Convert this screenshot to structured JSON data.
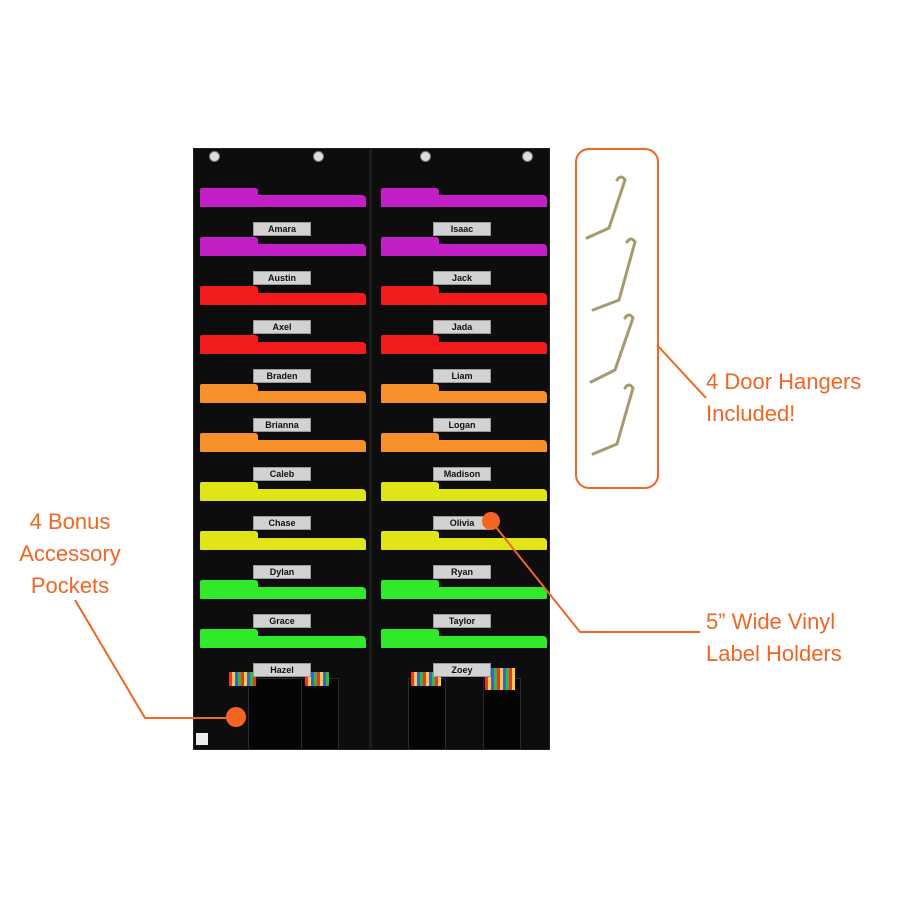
{
  "colors": {
    "accent": "#f26522",
    "magenta": "#c21fc6",
    "red": "#f21c1c",
    "orange": "#f7902a",
    "yellow": "#e0e418",
    "green": "#31e82a"
  },
  "rows": [
    {
      "color": "magenta",
      "left": "Amara",
      "right": "Isaac"
    },
    {
      "color": "magenta",
      "left": "Austin",
      "right": "Jack"
    },
    {
      "color": "red",
      "left": "Axel",
      "right": "Jada"
    },
    {
      "color": "red",
      "left": "Braden",
      "right": "Liam"
    },
    {
      "color": "orange",
      "left": "Brianna",
      "right": "Logan"
    },
    {
      "color": "orange",
      "left": "Caleb",
      "right": "Madison"
    },
    {
      "color": "yellow",
      "left": "Chase",
      "right": "Olivia"
    },
    {
      "color": "yellow",
      "left": "Dylan",
      "right": "Ryan"
    },
    {
      "color": "green",
      "left": "Grace",
      "right": "Taylor"
    },
    {
      "color": "green",
      "left": "Hazel",
      "right": "Zoey"
    }
  ],
  "callouts": {
    "hangers": [
      "4 Door Hangers",
      "Included!"
    ],
    "pockets": [
      "4 Bonus",
      "Accessory",
      "Pockets"
    ],
    "labels": [
      "5” Wide Vinyl",
      "Label Holders"
    ]
  }
}
